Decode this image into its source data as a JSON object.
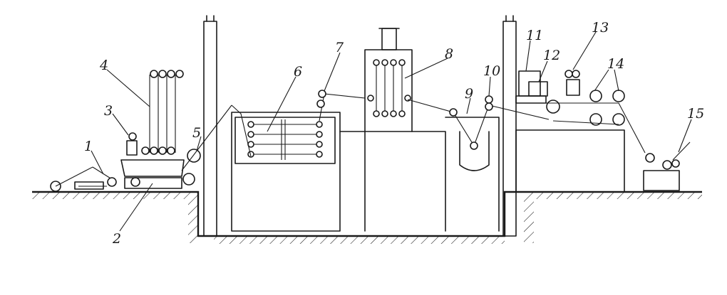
{
  "diagram": {
    "labels": [
      {
        "id": "1",
        "text": "1"
      },
      {
        "id": "2",
        "text": "2"
      },
      {
        "id": "3",
        "text": "3"
      },
      {
        "id": "4",
        "text": "4"
      },
      {
        "id": "5",
        "text": "5"
      },
      {
        "id": "6",
        "text": "6"
      },
      {
        "id": "7",
        "text": "7"
      },
      {
        "id": "8",
        "text": "8"
      },
      {
        "id": "9",
        "text": "9"
      },
      {
        "id": "10",
        "text": "10"
      },
      {
        "id": "11",
        "text": "11"
      },
      {
        "id": "12",
        "text": "12"
      },
      {
        "id": "13",
        "text": "13"
      },
      {
        "id": "14",
        "text": "14"
      },
      {
        "id": "15",
        "text": "15"
      }
    ]
  },
  "colors": {
    "ink": "#1a1a1a",
    "paper": "#ffffff"
  }
}
